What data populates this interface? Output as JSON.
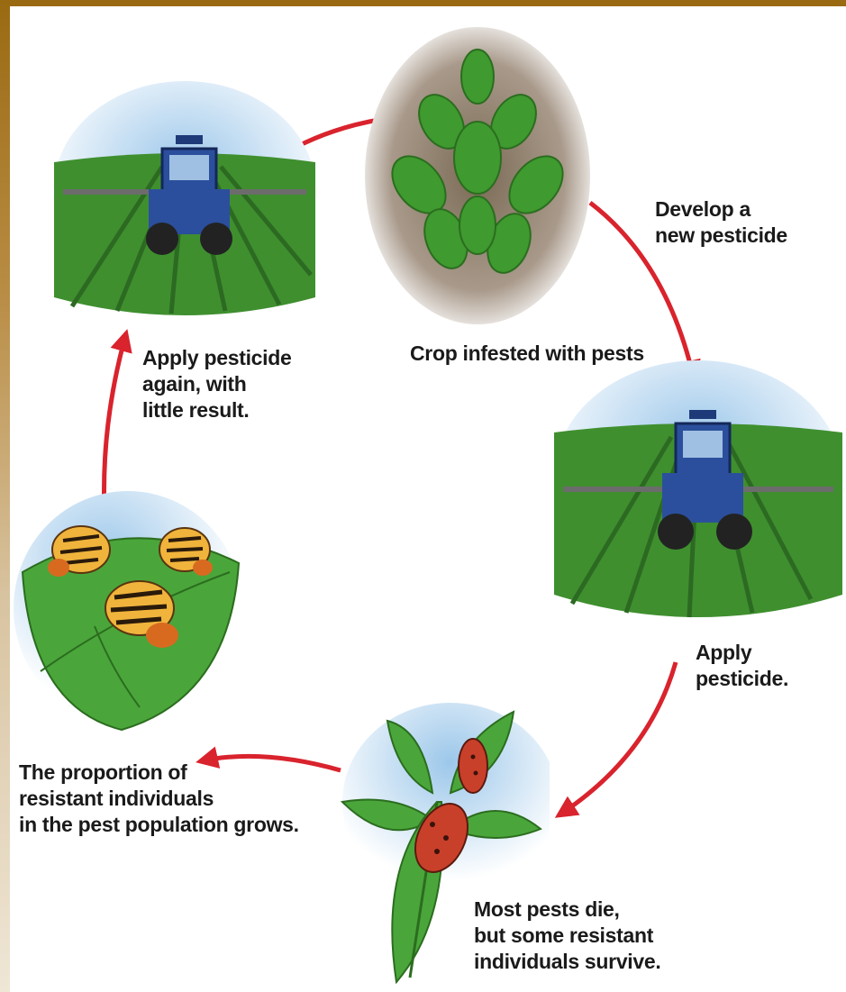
{
  "labels": {
    "develop_new_pesticide": "Develop a\nnew pesticide",
    "crop_infested": "Crop infested with pests",
    "apply_pesticide": "Apply pesticide.",
    "most_pests_die": "Most pests die,\nbut some resistant\nindividuals survive.",
    "proportion_grows": "The proportion of\nresistant individuals\nin the pest population grows.",
    "apply_again": "Apply pesticide\nagain, with\nlittle result."
  },
  "colors": {
    "arrow": "#d9232d",
    "frame_top": "#9a6a12",
    "sky": "#bcd9f2",
    "crop": "#3f8f2f",
    "tractor": "#2b4f9c",
    "beetle": "#d86a20",
    "larva": "#c9402a"
  },
  "icons": {
    "tractor_field": "tractor-field-icon",
    "infested_plant": "infested-plant-icon",
    "beetles": "potato-beetle-icon",
    "larvae_leaf": "larvae-on-leaf-icon",
    "cycle_arrow": "red-curved-arrow-icon"
  }
}
